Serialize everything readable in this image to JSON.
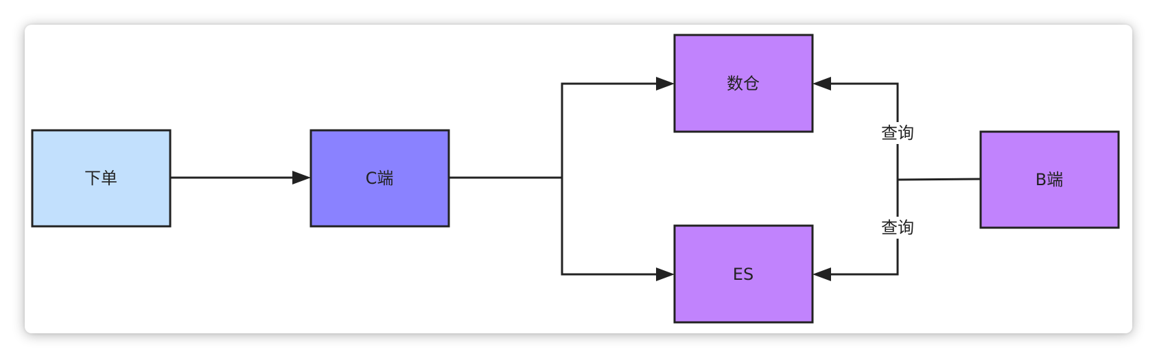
{
  "nodes": {
    "order": {
      "label": "下单",
      "fill": "#c2e0fd"
    },
    "client_c": {
      "label": "C端",
      "fill": "#8a82ff"
    },
    "data_warehouse": {
      "label": "数仓",
      "fill": "#c183fd"
    },
    "es": {
      "label": "ES",
      "fill": "#c183fd"
    },
    "client_b": {
      "label": "B端",
      "fill": "#c183fd"
    }
  },
  "edges": {
    "b_to_warehouse_label": "查询",
    "b_to_es_label": "查询"
  },
  "colors": {
    "line": "#222222",
    "card_background": "#ffffff"
  }
}
